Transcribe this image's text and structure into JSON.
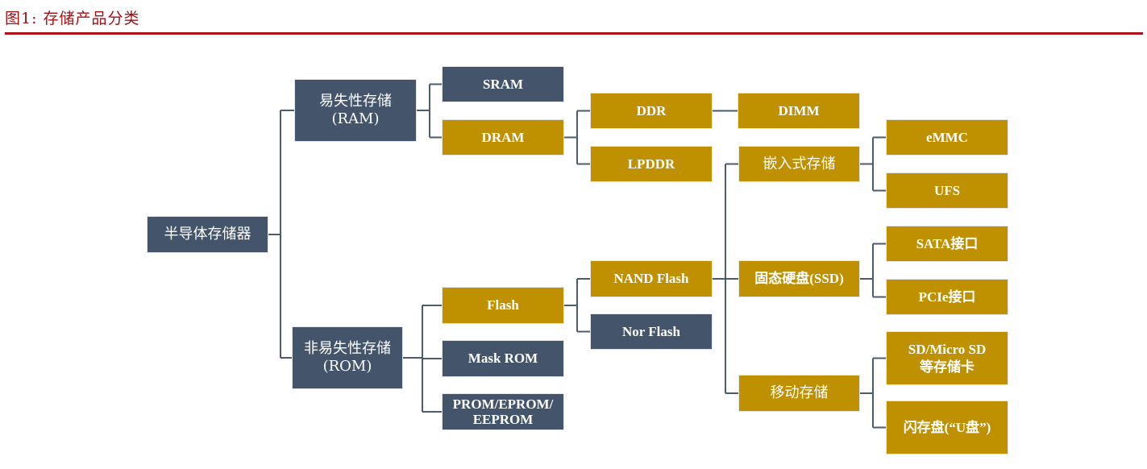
{
  "figure": {
    "title": "图1:  存储产品分类",
    "accent_color": "#b0101a",
    "node_colors": {
      "slate": "#44546a",
      "gold": "#bf9000"
    }
  },
  "nodes": {
    "root": "半导体存储器",
    "ram": "易失性存储\n(RAM)",
    "rom": "非易失性存储\n(ROM)",
    "sram": "SRAM",
    "dram": "DRAM",
    "ddr": "DDR",
    "lpddr": "LPDDR",
    "dimm": "DIMM",
    "embedded": "嵌入式存储",
    "emmc": "eMMC",
    "ufs": "UFS",
    "ssd": "固态硬盘(SSD)",
    "sata": "SATA接口",
    "pcie": "PCIe接口",
    "mobile": "移动存储",
    "sdcard": "SD/Micro SD\n等存储卡",
    "udisk": "闪存盘(“U盘”)",
    "flash": "Flash",
    "nand": "NAND Flash",
    "nor": "Nor Flash",
    "maskrom": "Mask ROM",
    "prom": "PROM/EPROM/\nEEPROM"
  },
  "edges": [
    [
      "root",
      "ram"
    ],
    [
      "root",
      "rom"
    ],
    [
      "ram",
      "sram"
    ],
    [
      "ram",
      "dram"
    ],
    [
      "dram",
      "ddr"
    ],
    [
      "dram",
      "lpddr"
    ],
    [
      "ddr",
      "dimm"
    ],
    [
      "rom",
      "flash"
    ],
    [
      "rom",
      "maskrom"
    ],
    [
      "rom",
      "prom"
    ],
    [
      "flash",
      "nand"
    ],
    [
      "flash",
      "nor"
    ],
    [
      "nand",
      "embedded"
    ],
    [
      "nand",
      "ssd"
    ],
    [
      "nand",
      "mobile"
    ],
    [
      "embedded",
      "emmc"
    ],
    [
      "embedded",
      "ufs"
    ],
    [
      "ssd",
      "sata"
    ],
    [
      "ssd",
      "pcie"
    ],
    [
      "mobile",
      "sdcard"
    ],
    [
      "mobile",
      "udisk"
    ]
  ]
}
